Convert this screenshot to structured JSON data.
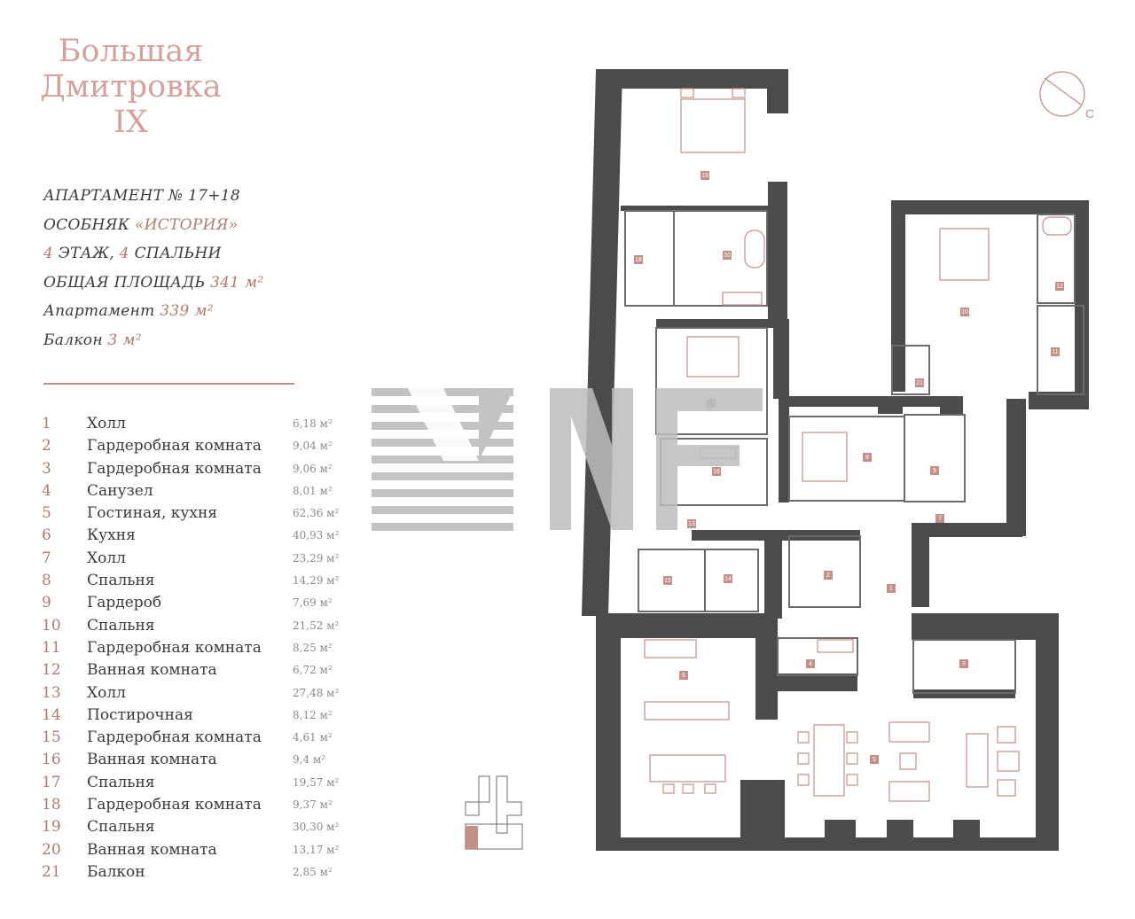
{
  "brand": {
    "line1": "Большая",
    "line2": "Дмитровка",
    "line3": "IX"
  },
  "apartment": {
    "label": "АПАРТАМЕНТ № 17+18",
    "mansion_prefix": "ОСОБНЯК ",
    "mansion_name": "«ИСТОРИЯ»",
    "floor_num": "4",
    "floor_label": " ЭТАЖ, ",
    "bedrooms_num": "4",
    "bedrooms_label": " СПАЛЬНИ",
    "total_label": "ОБЩАЯ ПЛОЩАДЬ ",
    "total_value": "341 м²",
    "apartment_label": "Апартамент ",
    "apartment_value": "339 м²",
    "balcony_label": "Балкон ",
    "balcony_value": "3 м²"
  },
  "rooms": [
    {
      "num": "1",
      "name": "Холл",
      "area": "6,18 м²"
    },
    {
      "num": "2",
      "name": "Гардеробная комната",
      "area": "9,04 м²"
    },
    {
      "num": "3",
      "name": "Гардеробная комната",
      "area": "9,06 м²"
    },
    {
      "num": "4",
      "name": "Санузел",
      "area": "8,01  м²"
    },
    {
      "num": "5",
      "name": "Гостиная, кухня",
      "area": "62,36 м²"
    },
    {
      "num": "6",
      "name": "Кухня",
      "area": "40,93 м²"
    },
    {
      "num": "7",
      "name": "Холл",
      "area": "23,29 м²"
    },
    {
      "num": "8",
      "name": "Спальня",
      "area": "14,29 м²"
    },
    {
      "num": "9",
      "name": "Гардероб",
      "area": "7,69 м²"
    },
    {
      "num": "10",
      "name": "Спальня",
      "area": "21,52 м²"
    },
    {
      "num": "11",
      "name": "Гардеробная комната",
      "area": "8,25 м²"
    },
    {
      "num": "12",
      "name": "Ванная комната",
      "area": "6,72 м²"
    },
    {
      "num": "13",
      "name": "Холл",
      "area": "27,48  м²"
    },
    {
      "num": "14",
      "name": "Постирочная",
      "area": "8,12 м²"
    },
    {
      "num": "15",
      "name": "Гардеробная комната",
      "area": "4,61 м²"
    },
    {
      "num": "16",
      "name": "Ванная комната",
      "area": "9,4 м²"
    },
    {
      "num": "17",
      "name": "Спальня",
      "area": "19,57 м²"
    },
    {
      "num": "18",
      "name": "Гардеробная комната",
      "area": "9,37 м²"
    },
    {
      "num": "19",
      "name": "Спальня",
      "area": "30,30 м²"
    },
    {
      "num": "20",
      "name": "Ванная комната",
      "area": "13,17 м²"
    },
    {
      "num": "21",
      "name": "Балкон",
      "area": "2,85 м²"
    }
  ],
  "compass": {
    "letter": "С"
  },
  "watermark": {
    "text": "MNF"
  },
  "colors": {
    "wall": "#4a4c4b",
    "accent": "#c48f87",
    "accent_text": "#b07a70",
    "text": "#3a3a3a",
    "muted": "#8a8a8a",
    "watermark": "#bdbdbd"
  }
}
